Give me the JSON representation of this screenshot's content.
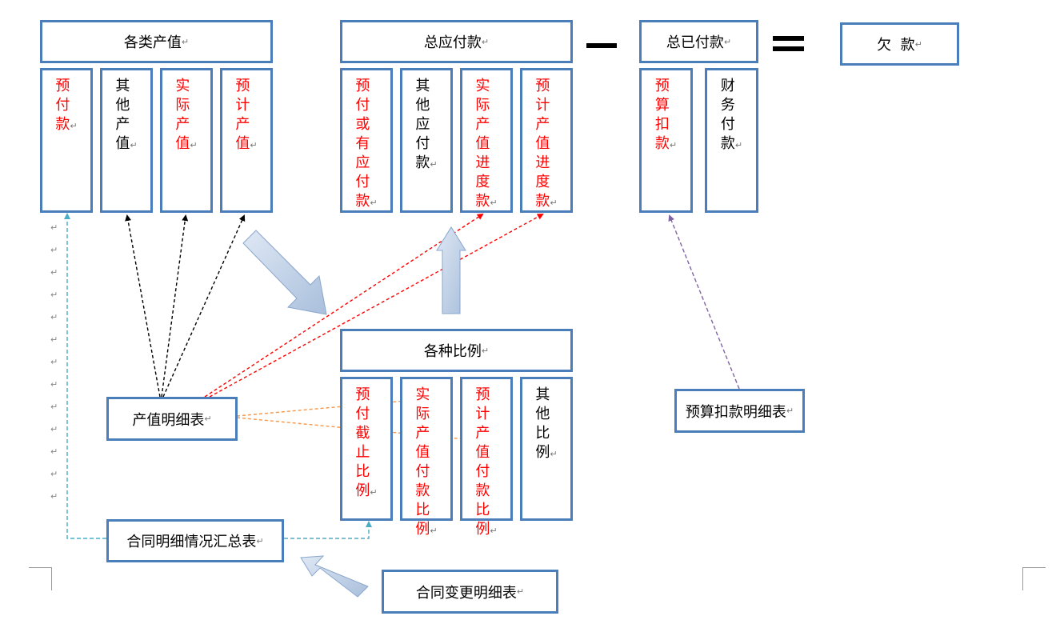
{
  "mark": "↵",
  "return_marks": [
    "↵",
    "↵",
    "↵",
    "↵",
    "↵",
    "↵",
    "↵",
    "↵",
    "↵",
    "↵",
    "↵",
    "↵",
    "↵"
  ],
  "operators": {
    "minus": "−",
    "equals": "="
  },
  "colors": {
    "border": "#4a7ebb",
    "red_text": "#ff0000",
    "red_dash": "#ff0000",
    "orange_dash": "#f79646",
    "teal_dash": "#4bacc6",
    "purple_dash": "#8064a2",
    "black_dash": "#000000",
    "block_arrow": "#c5d5ea"
  },
  "headers": {
    "output_values": "各类产值",
    "total_payable": "总应付款",
    "total_paid": "总已付款",
    "debt": "欠  款",
    "ratios": "各种比例"
  },
  "output_value_items": [
    {
      "text": "预付款",
      "color": "red"
    },
    {
      "text": "其他产值",
      "color": "black"
    },
    {
      "text": "实际产值",
      "color": "red"
    },
    {
      "text": "预计产值",
      "color": "red"
    }
  ],
  "payable_items": [
    {
      "text": "预付或有应付款",
      "color": "red"
    },
    {
      "text": "其他应付款",
      "color": "black"
    },
    {
      "text": "实际产值进度款",
      "color": "red"
    },
    {
      "text": "预计产值进度款",
      "color": "red"
    }
  ],
  "paid_items": [
    {
      "text": "预算扣款",
      "color": "red"
    },
    {
      "text": "财务付款",
      "color": "black"
    }
  ],
  "ratio_items": [
    {
      "text": "预付截止比例",
      "color": "red"
    },
    {
      "text": "实际产值付款比例",
      "color": "red"
    },
    {
      "text": "预计产值付款比例",
      "color": "red"
    },
    {
      "text": "其他比例",
      "color": "black"
    }
  ],
  "sources": {
    "output_detail": "产值明细表",
    "budget_deduction_detail": "预算扣款明细表",
    "contract_summary": "合同明细情况汇总表",
    "contract_change_detail": "合同变更明细表"
  }
}
